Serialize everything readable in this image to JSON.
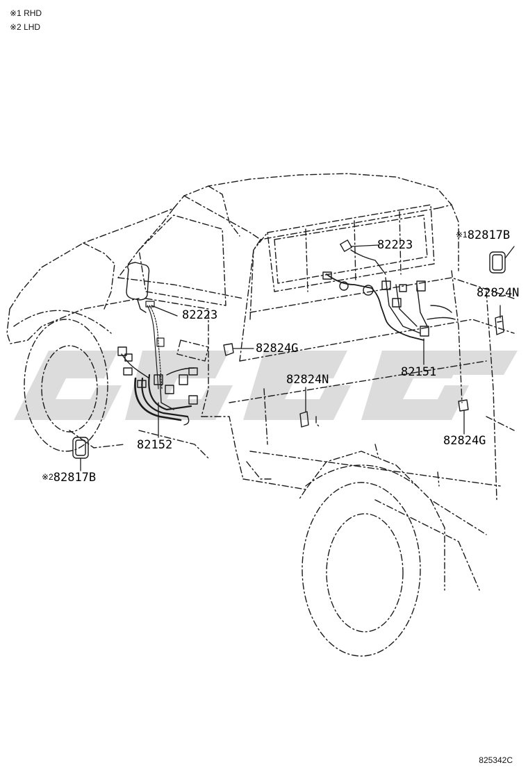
{
  "notes": [
    {
      "mark": "※1",
      "text": "RHD"
    },
    {
      "mark": "※2",
      "text": "LHD"
    }
  ],
  "callouts": [
    {
      "id": "c1",
      "mark": "",
      "part": "82223"
    },
    {
      "id": "c2",
      "mark": "※1",
      "part": "82817B"
    },
    {
      "id": "c3",
      "mark": "",
      "part": "82223"
    },
    {
      "id": "c4",
      "mark": "",
      "part": "82824N"
    },
    {
      "id": "c5",
      "mark": "",
      "part": "82824G"
    },
    {
      "id": "c6",
      "mark": "",
      "part": "82151"
    },
    {
      "id": "c7",
      "mark": "",
      "part": "82824N"
    },
    {
      "id": "c8",
      "mark": "",
      "part": "82824G"
    },
    {
      "id": "c9",
      "mark": "",
      "part": "82152"
    },
    {
      "id": "c10",
      "mark": "※2",
      "part": "82817B"
    }
  ],
  "drawing_number": "825342C",
  "colors": {
    "line": "#1a1a1a",
    "watermark": "#d6d6d6"
  }
}
